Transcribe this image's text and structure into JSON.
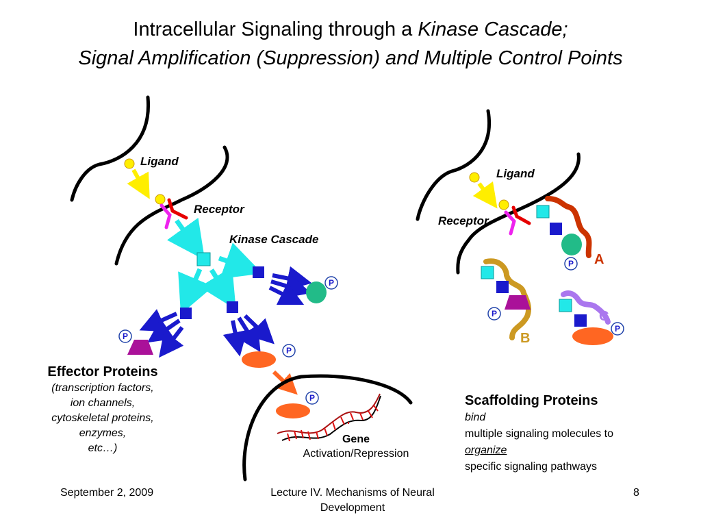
{
  "title": {
    "line1_plain": "Intracellular Signaling through a ",
    "line1_italic": "Kinase Cascade;",
    "line2": "Signal Amplification (Suppression) and Multiple Control Points"
  },
  "left_diagram": {
    "ligand_label": "Ligand",
    "receptor_label": "Receptor",
    "kinase_label": "Kinase Cascade",
    "phospho_label": "P",
    "gene_label": "Gene",
    "gene_sublabel": "Activation/Repression"
  },
  "right_diagram": {
    "ligand_label": "Ligand",
    "receptor_label": "Receptor",
    "scaffold_a": "A",
    "scaffold_b": "B",
    "scaffold_c": "C",
    "phospho_label": "P"
  },
  "effector": {
    "heading": "Effector Proteins",
    "lines": [
      "(transcription factors,",
      "ion channels,",
      "cytoskeletal proteins,",
      "enzymes,",
      "etc…)"
    ]
  },
  "scaffold": {
    "heading": "Scaffolding Proteins",
    "line1": "bind",
    "line2": "multiple signaling molecules to",
    "line3": "organize",
    "line4": "specific signaling pathways"
  },
  "footer": {
    "date": "September 2, 2009",
    "lecture": "Lecture IV. Mechanisms of Neural Development",
    "page": "8"
  },
  "colors": {
    "ligand": "#ffee00",
    "receptor_red": "#e60000",
    "receptor_magenta": "#ee22ee",
    "kinase1": "#22e8e8",
    "kinase2": "#1a1acc",
    "teal": "#22bb88",
    "purple": "#aa1199",
    "orange": "#ff6622",
    "scaffold_a": "#cc3300",
    "scaffold_b": "#cc9922",
    "scaffold_c": "#aa77ee"
  }
}
